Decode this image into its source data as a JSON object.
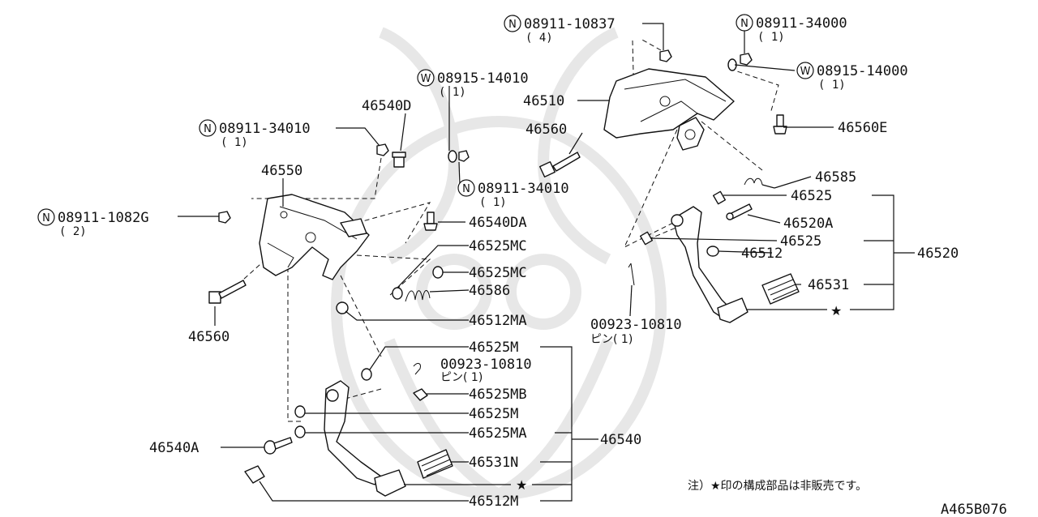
{
  "title_code": "A465B076",
  "note": "注）★印の構成部品は非販売です。",
  "star": "★",
  "callouts": {
    "n_08911_10837": {
      "badge": "N",
      "part": "08911-10837",
      "qty": "( 4)"
    },
    "n_08911_34000": {
      "badge": "N",
      "part": "08911-34000",
      "qty": "( 1)"
    },
    "w_08915_14000": {
      "badge": "W",
      "part": "08915-14000",
      "qty": "( 1)"
    },
    "w_08915_14010": {
      "badge": "W",
      "part": "08915-14010",
      "qty": "( 1)"
    },
    "n_08911_34010_a": {
      "badge": "N",
      "part": "08911-34010",
      "qty": "( 1)"
    },
    "n_08911_34010_b": {
      "badge": "N",
      "part": "08911-34010",
      "qty": "( 1)"
    },
    "n_08911_1082g": {
      "badge": "N",
      "part": "08911-1082G",
      "qty": "( 2)"
    },
    "pin_right": {
      "part": "00923-10810",
      "qty": "ピン( 1)"
    },
    "pin_left": {
      "part": "00923-10810",
      "qty": "ピン( 1)"
    }
  },
  "labels": {
    "p46540D": "46540D",
    "p46510": "46510",
    "p46560_top": "46560",
    "p46560E": "46560E",
    "p46550": "46550",
    "p46585": "46585",
    "p46525_a": "46525",
    "p46520A": "46520A",
    "p46525_b": "46525",
    "p46520": "46520",
    "p46512": "46512",
    "p46531": "46531",
    "p46540DA": "46540DA",
    "p46525MC_a": "46525MC",
    "p46525MC_b": "46525MC",
    "p46586": "46586",
    "p46560_left": "46560",
    "p46512MA": "46512MA",
    "p46525M_a": "46525M",
    "p46525MB": "46525MB",
    "p46525M_b": "46525M",
    "p46525MA": "46525MA",
    "p46540": "46540",
    "p46540A": "46540A",
    "p46531N": "46531N",
    "p46512M": "46512M"
  }
}
